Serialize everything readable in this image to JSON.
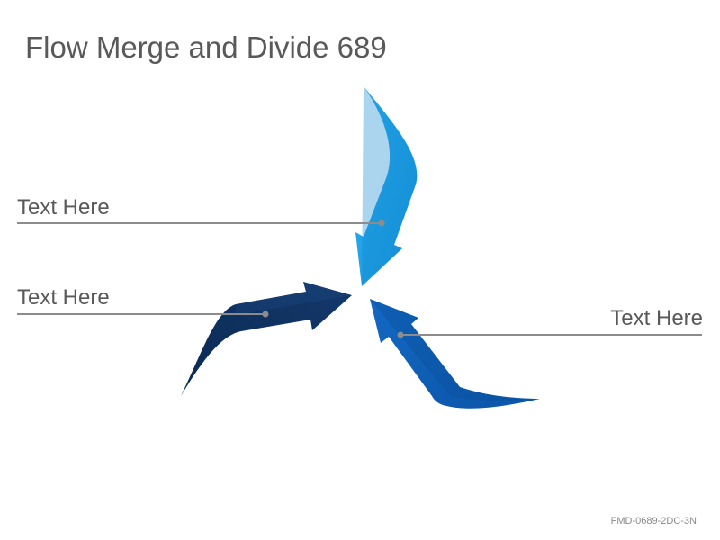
{
  "title": "Flow Merge and Divide 689",
  "labels": {
    "top": "Text Here",
    "left": "Text Here",
    "right": "Text Here"
  },
  "slide_code": "FMD-0689-2DC-3N",
  "colors": {
    "arrow_light": "#1a9de6",
    "arrow_dark": "#0e2f5c",
    "arrow_medium": "#0d5fb4",
    "callout_line": "#8c8c8c",
    "text": "#595959"
  }
}
